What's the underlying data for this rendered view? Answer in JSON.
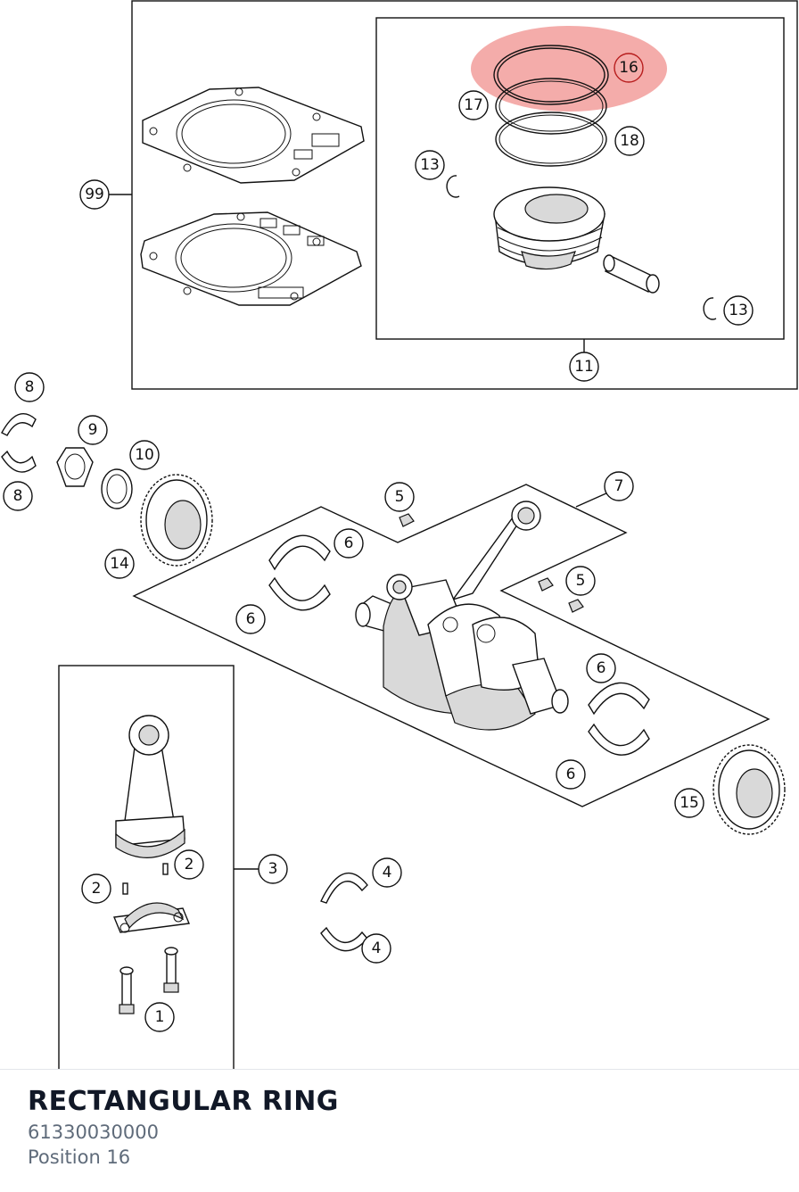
{
  "selected_part": {
    "name": "RECTANGULAR RING",
    "number": "61330030000",
    "position": "Position 16",
    "highlight_color": "#e53935"
  },
  "callouts": {
    "c99": "99",
    "c11": "11",
    "c16": "16",
    "c17": "17",
    "c18": "18",
    "c13a": "13",
    "c13b": "13",
    "c8a": "8",
    "c8b": "8",
    "c9": "9",
    "c10": "10",
    "c14": "14",
    "c5a": "5",
    "c5b": "5",
    "c7": "7",
    "c6a": "6",
    "c6b": "6",
    "c6c": "6",
    "c6d": "6",
    "c15": "15",
    "c3": "3",
    "c2a": "2",
    "c2b": "2",
    "c4a": "4",
    "c4b": "4",
    "c1": "1"
  }
}
